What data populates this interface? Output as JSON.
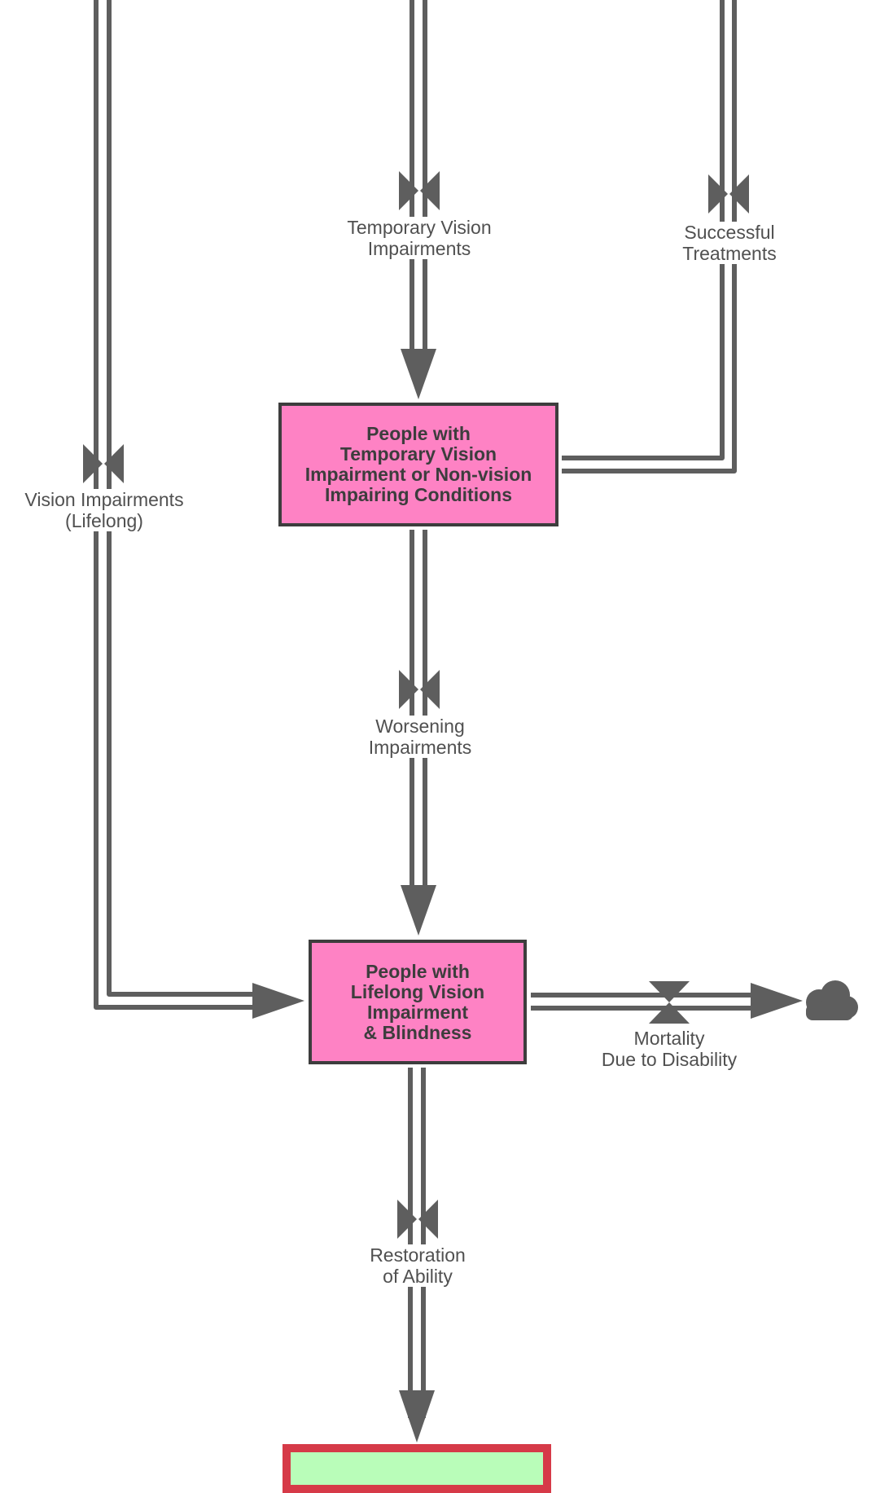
{
  "stocks": {
    "temporary": {
      "label": "People with\nTemporary Vision\nImpairment or Non-vision\nImpairing Conditions",
      "fill": "#fe82c4"
    },
    "lifelong": {
      "label": "People with\nLifelong Vision\nImpairment\n& Blindness",
      "fill": "#fe82c4"
    },
    "restored": {
      "label": "",
      "fill": "#b9fdb9",
      "border": "#d63a48"
    }
  },
  "flows": {
    "temporary_vision_impairments": {
      "label": "Temporary Vision\nImpairments"
    },
    "successful_treatments": {
      "label": "Successful\nTreatments"
    },
    "vision_impairments_lifelong": {
      "label": "Vision Impairments\n(Lifelong)"
    },
    "worsening_impairments": {
      "label": "Worsening\nImpairments"
    },
    "mortality_due_to_disability": {
      "label": "Mortality\nDue to Disability"
    },
    "restoration_of_ability": {
      "label": "Restoration\nof Ability"
    }
  },
  "icons": {
    "valve": "valve-icon",
    "cloud": "cloud-sink-icon",
    "arrowhead": "arrowhead-icon"
  },
  "colors": {
    "pipe": "#5e5e5e",
    "stock_border": "#3d3d3d",
    "label_text": "#505050"
  }
}
